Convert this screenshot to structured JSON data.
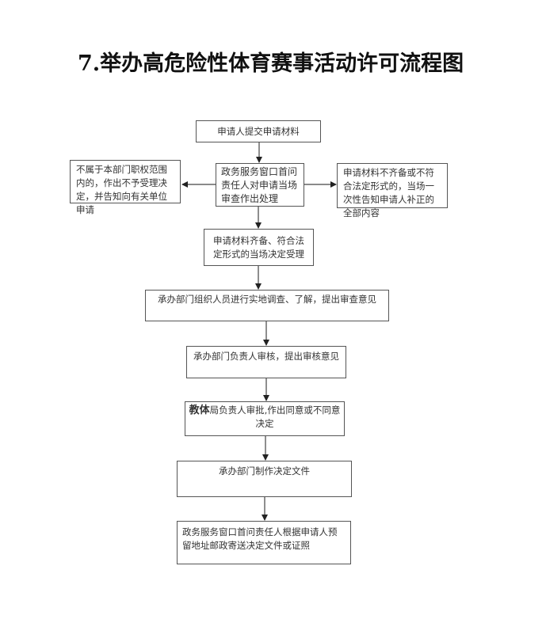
{
  "title": "7.举办高危险性体育赛事活动许可流程图",
  "nodes": {
    "submit": "申请人提交申请材料",
    "review": "政务服务窗口首问责任人对申请当场审查作出处理",
    "reject_scope": "不属于本部门职权范围内的，作出不予受理决定，并告知向有关单位申请",
    "supplement": "申请材料不齐备或不符合法定形式的，当场一次性告知申请人补正的全部内容",
    "accept": "申请材料齐备、符合法定形式的当场决定受理",
    "investigate": "承办部门组织人员进行实地调查、了解，提出审查意见",
    "dept_review": "承办部门负责人审核，提出审核意见",
    "approve_lead": "教体",
    "approve_rest": "局负责人审批,作出同意或不同意决定",
    "make_document": "承办部门制作决定文件",
    "deliver": "政务服务窗口首问责任人根据申请人预留地址邮政寄送决定文件或证照"
  },
  "colors": {
    "line": "#333333",
    "border": "#555555",
    "text": "#333333"
  }
}
